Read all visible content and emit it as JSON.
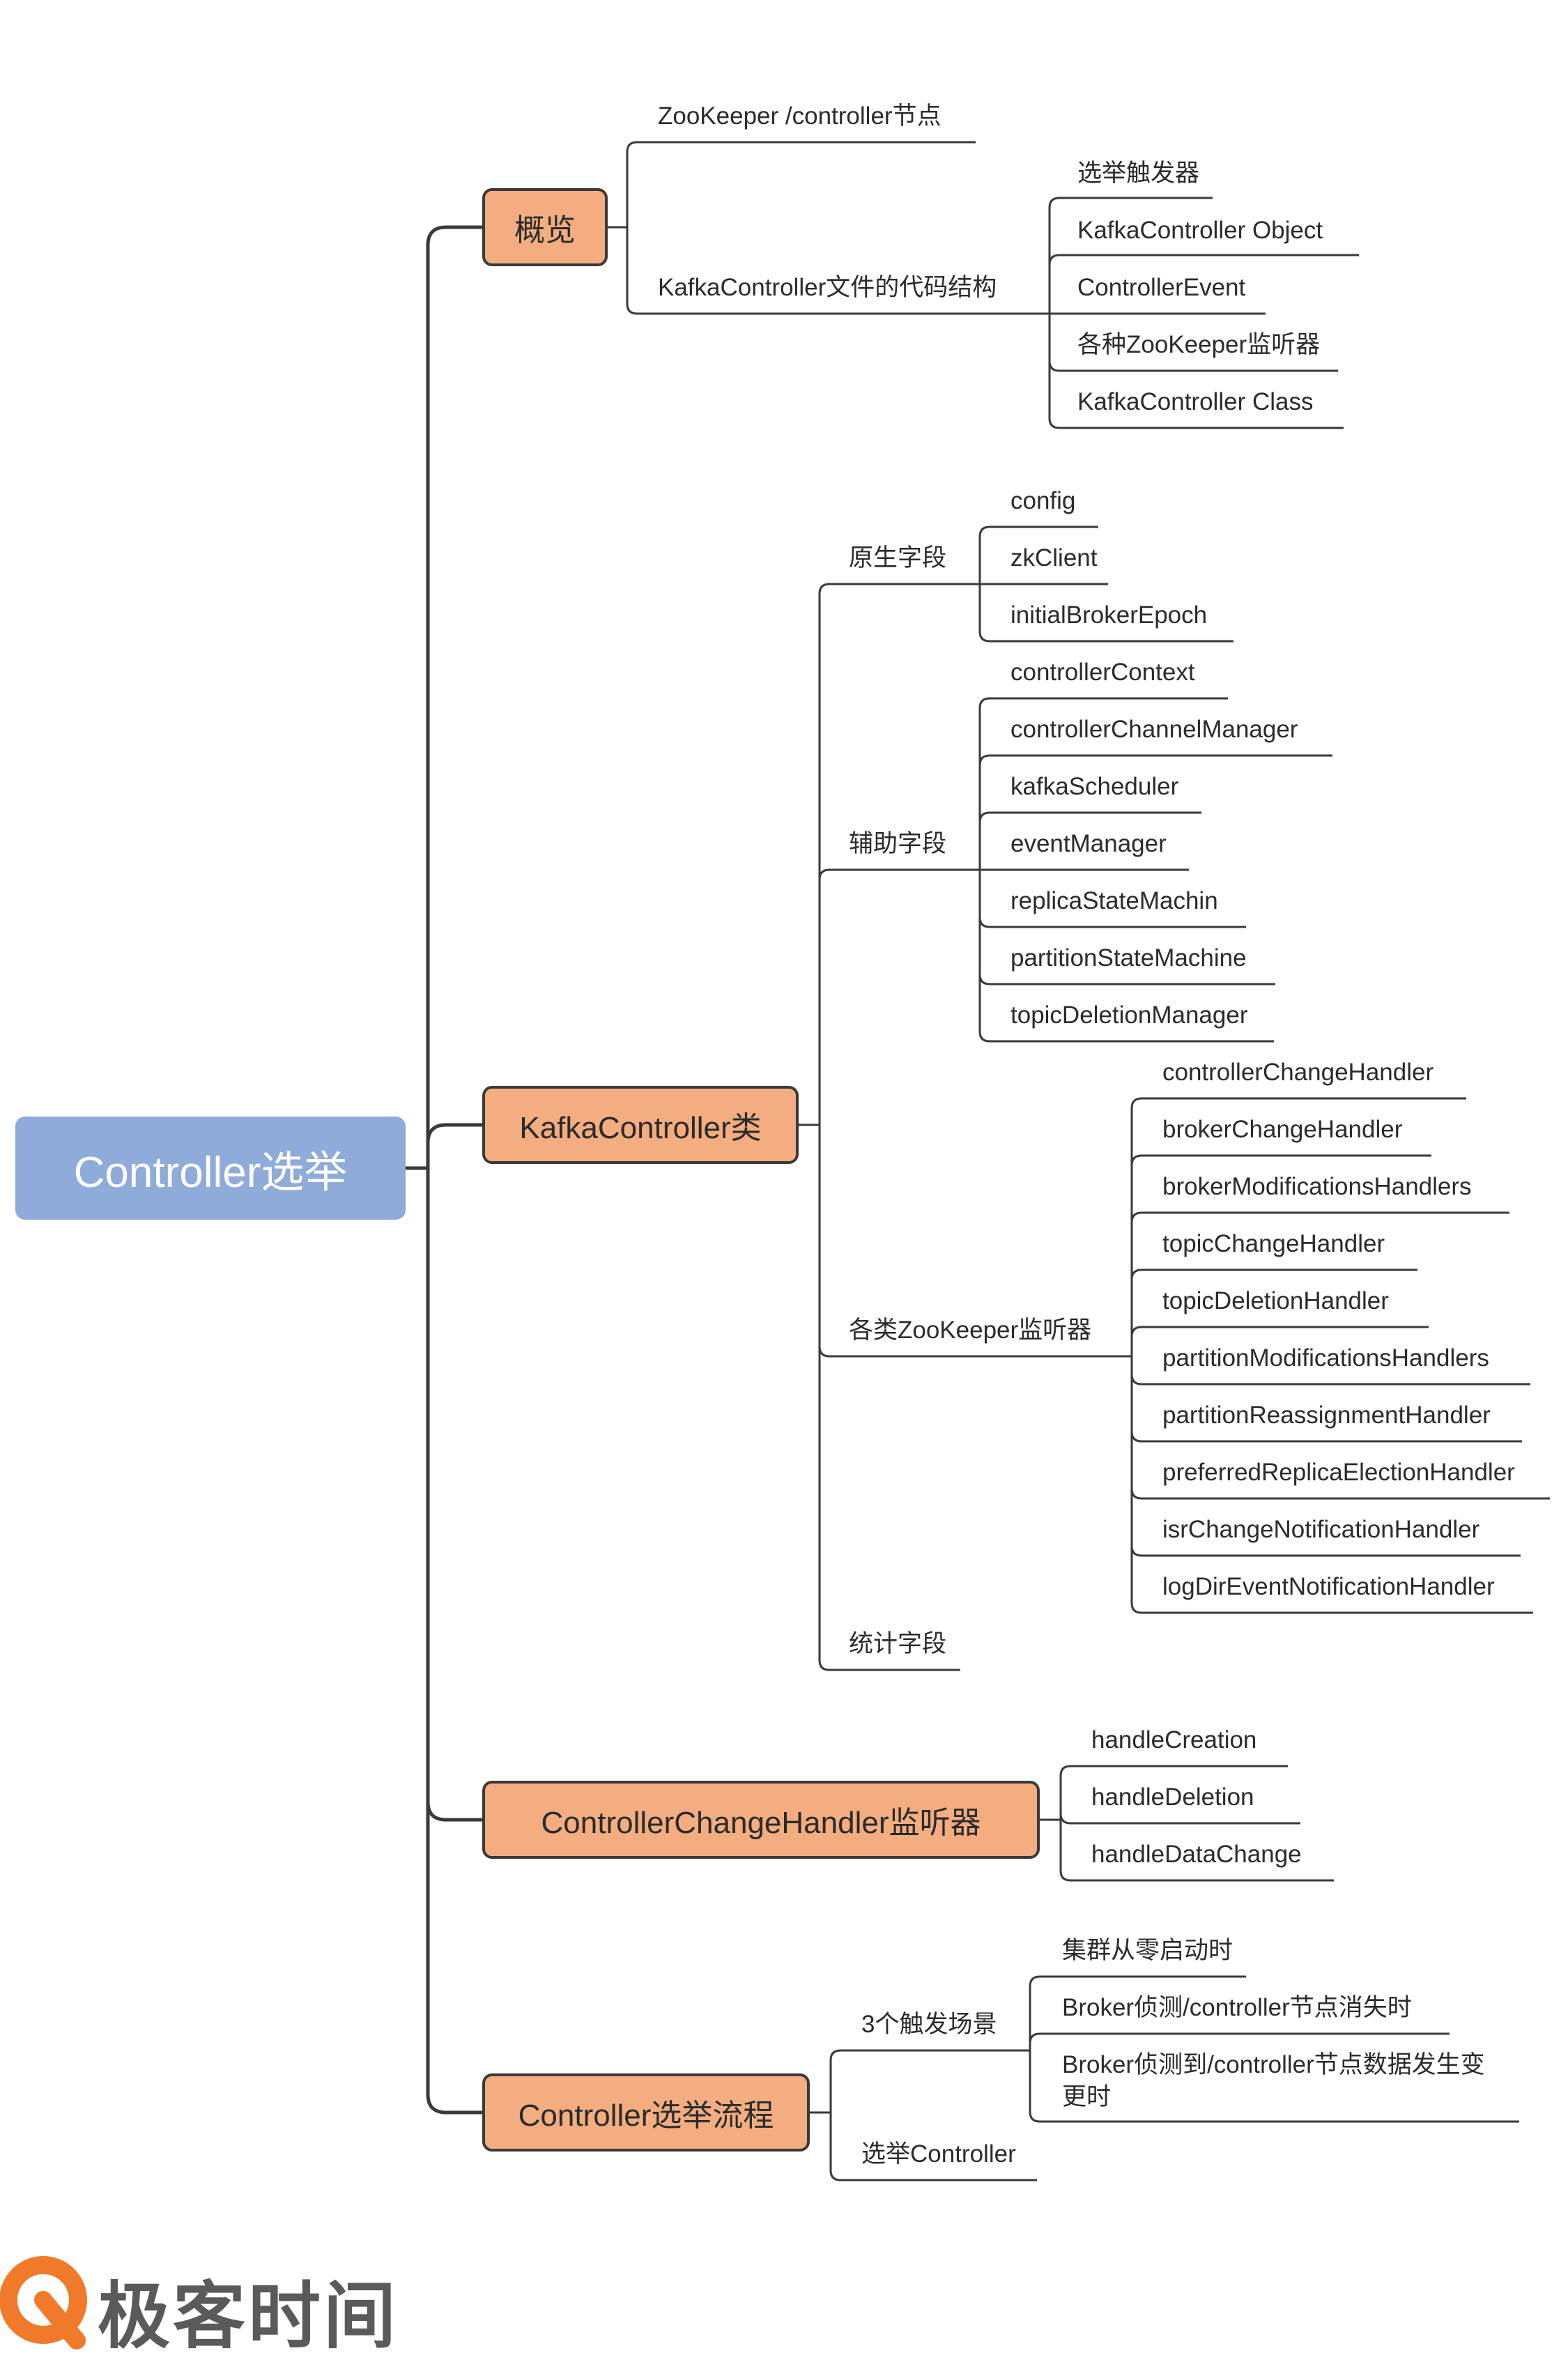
{
  "root": "Controller选举",
  "branches": [
    {
      "label": "概览",
      "children": [
        {
          "label": "ZooKeeper /controller节点"
        },
        {
          "label": "KafkaController文件的代码结构",
          "children": [
            "选举触发器",
            "KafkaController Object",
            "ControllerEvent",
            "各种ZooKeeper监听器",
            "KafkaController Class"
          ]
        }
      ]
    },
    {
      "label": "KafkaController类",
      "children": [
        {
          "label": "原生字段",
          "children": [
            "config",
            "zkClient",
            "initialBrokerEpoch"
          ]
        },
        {
          "label": "辅助字段",
          "children": [
            "controllerContext",
            "controllerChannelManager",
            "kafkaScheduler",
            "eventManager",
            "replicaStateMachin",
            "partitionStateMachine",
            "topicDeletionManager"
          ]
        },
        {
          "label": "各类ZooKeeper监听器",
          "children": [
            "controllerChangeHandler",
            "brokerChangeHandler",
            "brokerModificationsHandlers",
            "topicChangeHandler",
            "topicDeletionHandler",
            "partitionModificationsHandlers",
            "partitionReassignmentHandler",
            "preferredReplicaElectionHandler",
            "isrChangeNotificationHandler",
            "logDirEventNotificationHandler"
          ]
        },
        {
          "label": "统计字段"
        }
      ]
    },
    {
      "label": "ControllerChangeHandler监听器",
      "children": [
        {
          "label": "handleCreation"
        },
        {
          "label": "handleDeletion"
        },
        {
          "label": "handleDataChange"
        }
      ]
    },
    {
      "label": "Controller选举流程",
      "children": [
        {
          "label": "3个触发场景",
          "children": [
            "集群从零启动时",
            "Broker侦测/controller节点消失时",
            "Broker侦测到/controller节点数据发生变更时"
          ]
        },
        {
          "label": "选举Controller"
        }
      ]
    }
  ],
  "brand": {
    "name": "极客时间"
  },
  "colors": {
    "root": "#8eabd9",
    "branch": "#f3ad80",
    "line": "#3a3a3a",
    "brand": "#f07a2a"
  }
}
